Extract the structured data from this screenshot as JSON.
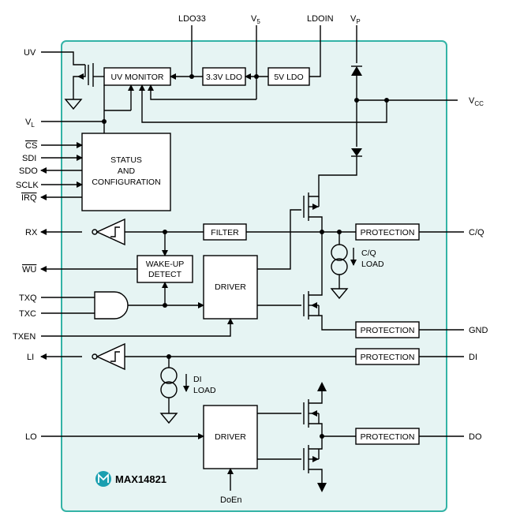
{
  "diagram": {
    "chip": {
      "name": "MAX14821",
      "fill": "#e6f4f3",
      "border": "#33b3a6",
      "logo_color": "#1a9fb0"
    },
    "pins_top": {
      "ldo33": "LDO33",
      "v5": "V",
      "v5_sub": "5",
      "ldoin": "LDOIN",
      "vp": "V",
      "vp_sub": "P"
    },
    "pins_left": {
      "uv": "UV",
      "vl": "V",
      "vl_sub": "L",
      "cs": "CS",
      "sdi": "SDI",
      "sdo": "SDO",
      "sclk": "SCLK",
      "irq": "IRQ",
      "rx": "RX",
      "wu": "WU",
      "txq": "TXQ",
      "txc": "TXC",
      "txen": "TXEN",
      "li": "LI",
      "lo": "LO"
    },
    "pins_right": {
      "vcc": "V",
      "vcc_sub": "CC",
      "cq": "C/Q",
      "gnd": "GND",
      "di": "DI",
      "do": "DO"
    },
    "pin_bottom": {
      "doen": "DoEn"
    },
    "blocks": {
      "uv_monitor": "UV MONITOR",
      "ldo33": "3.3V LDO",
      "ldo5": "5V LDO",
      "status": [
        "STATUS",
        "AND",
        "CONFIGURATION"
      ],
      "filter": "FILTER",
      "wake_up": [
        "WAKE-UP",
        "DETECT"
      ],
      "driver1": "DRIVER",
      "driver2": "DRIVER",
      "protection_cq": "PROTECTION",
      "protection_gnd": "PROTECTION",
      "protection_di": "PROTECTION",
      "protection_do": "PROTECTION",
      "cq_load": [
        "C/Q",
        "LOAD"
      ],
      "di_load": [
        "DI",
        "LOAD"
      ]
    }
  }
}
